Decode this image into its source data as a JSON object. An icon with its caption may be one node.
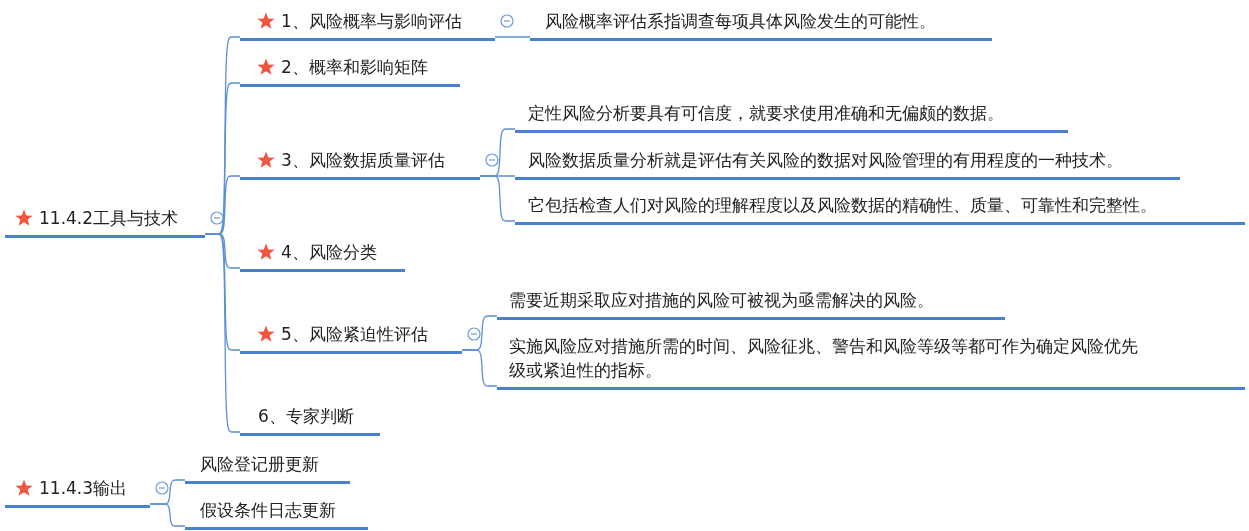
{
  "diagram": {
    "nodes": [
      {
        "text": [
          "11.4.2工具与技术"
        ]
      },
      {
        "text": [
          "1、风险概率与影响评估"
        ]
      },
      {
        "text": [
          "风险概率评估系指调查每项具体风险发生的可能性。"
        ]
      },
      {
        "text": [
          "2、概率和影响矩阵"
        ]
      },
      {
        "text": [
          "3、风险数据质量评估"
        ]
      },
      {
        "text": [
          "定性风险分析要具有可信度，就要求使用准确和无偏颇的数据。"
        ]
      },
      {
        "text": [
          "风险数据质量分析就是评估有关风险的数据对风险管理的有用程度的一种技术。"
        ]
      },
      {
        "text": [
          "它包括检查人们对风险的理解程度以及风险数据的精确性、质量、可靠性和完整性。"
        ]
      },
      {
        "text": [
          "4、风险分类"
        ]
      },
      {
        "text": [
          "5、风险紧迫性评估"
        ]
      },
      {
        "text": [
          "需要近期采取应对措施的风险可被视为亟需解决的风险。"
        ]
      },
      {
        "text": [
          "实施风险应对措施所需的时间、风险征兆、警告和风险等级等都可作为确定风险优先级或紧迫性的指标。"
        ]
      },
      {
        "text": [
          "6、专家判断"
        ]
      },
      {
        "text": [
          "11.4.3输出"
        ]
      },
      {
        "text": [
          "风险登记册更新"
        ]
      },
      {
        "text": [
          "假设条件日志更新"
        ]
      }
    ],
    "edges": [
      {
        "from": 0,
        "to": 1,
        "arrow": "none"
      },
      {
        "from": 0,
        "to": 3,
        "arrow": "none"
      },
      {
        "from": 0,
        "to": 4,
        "arrow": "none"
      },
      {
        "from": 0,
        "to": 8,
        "arrow": "none"
      },
      {
        "from": 0,
        "to": 9,
        "arrow": "none"
      },
      {
        "from": 0,
        "to": 12,
        "arrow": "none"
      },
      {
        "from": 1,
        "to": 2,
        "arrow": "none"
      },
      {
        "from": 4,
        "to": 5,
        "arrow": "none"
      },
      {
        "from": 4,
        "to": 6,
        "arrow": "none"
      },
      {
        "from": 4,
        "to": 7,
        "arrow": "none"
      },
      {
        "from": 9,
        "to": 10,
        "arrow": "none"
      },
      {
        "from": 9,
        "to": 11,
        "arrow": "none"
      },
      {
        "from": 13,
        "to": 14,
        "arrow": "none"
      },
      {
        "from": 13,
        "to": 15,
        "arrow": "none"
      }
    ]
  }
}
